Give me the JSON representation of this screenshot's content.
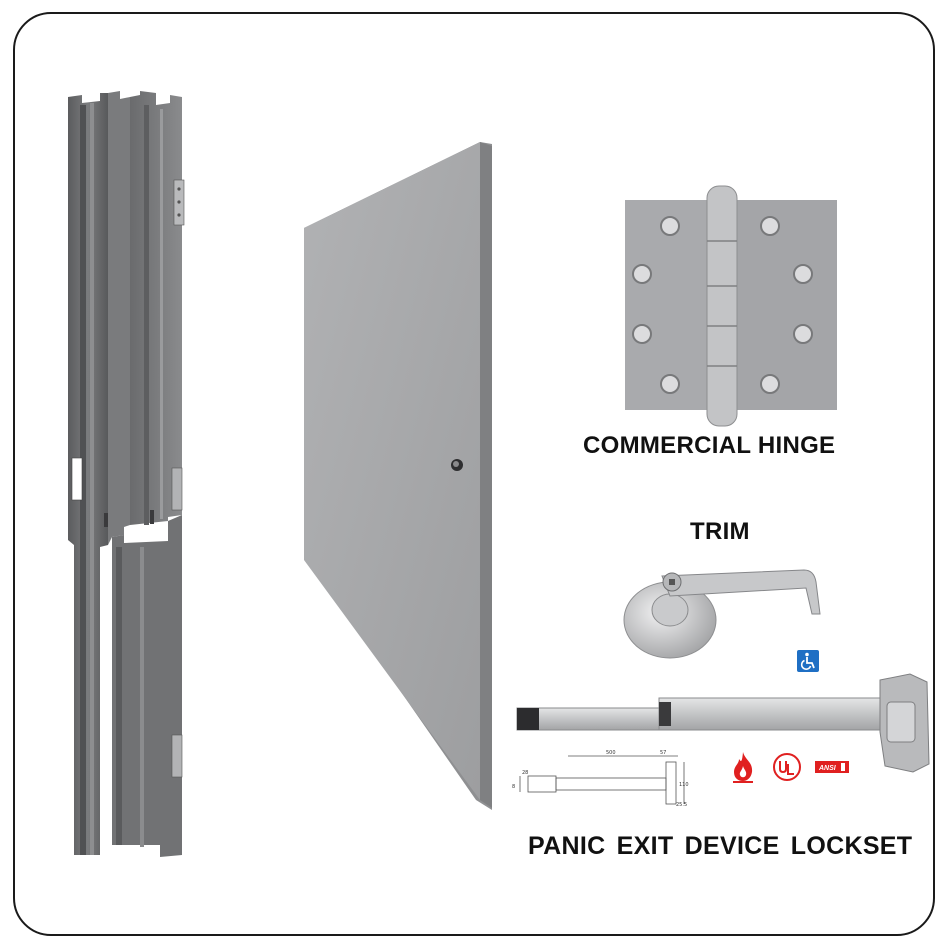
{
  "labels": {
    "hinge": "COMMERCIAL HINGE",
    "trim": "TRIM",
    "panic": "PANIC  EXIT DEVICE LOCKSET"
  },
  "drawing": {
    "dim_a": "500",
    "dim_b": "57",
    "dim_c": "28",
    "dim_d": "110",
    "dim_e": "25.5",
    "dim_f": "8"
  },
  "badges": {
    "ansi": "ANSI"
  },
  "icons": {
    "accessibility": "wheelchair-icon",
    "fire": "fire-rated-icon",
    "ul": "ul-listed-icon",
    "ansi": "ansi-grade-icon"
  },
  "colors": {
    "frame_steel": "#6e6e70",
    "door_steel": "#a7a8aa",
    "hinge_steel": "#a9aaad",
    "accessibility_blue": "#1f6fc4",
    "fire_red": "#e02020"
  }
}
